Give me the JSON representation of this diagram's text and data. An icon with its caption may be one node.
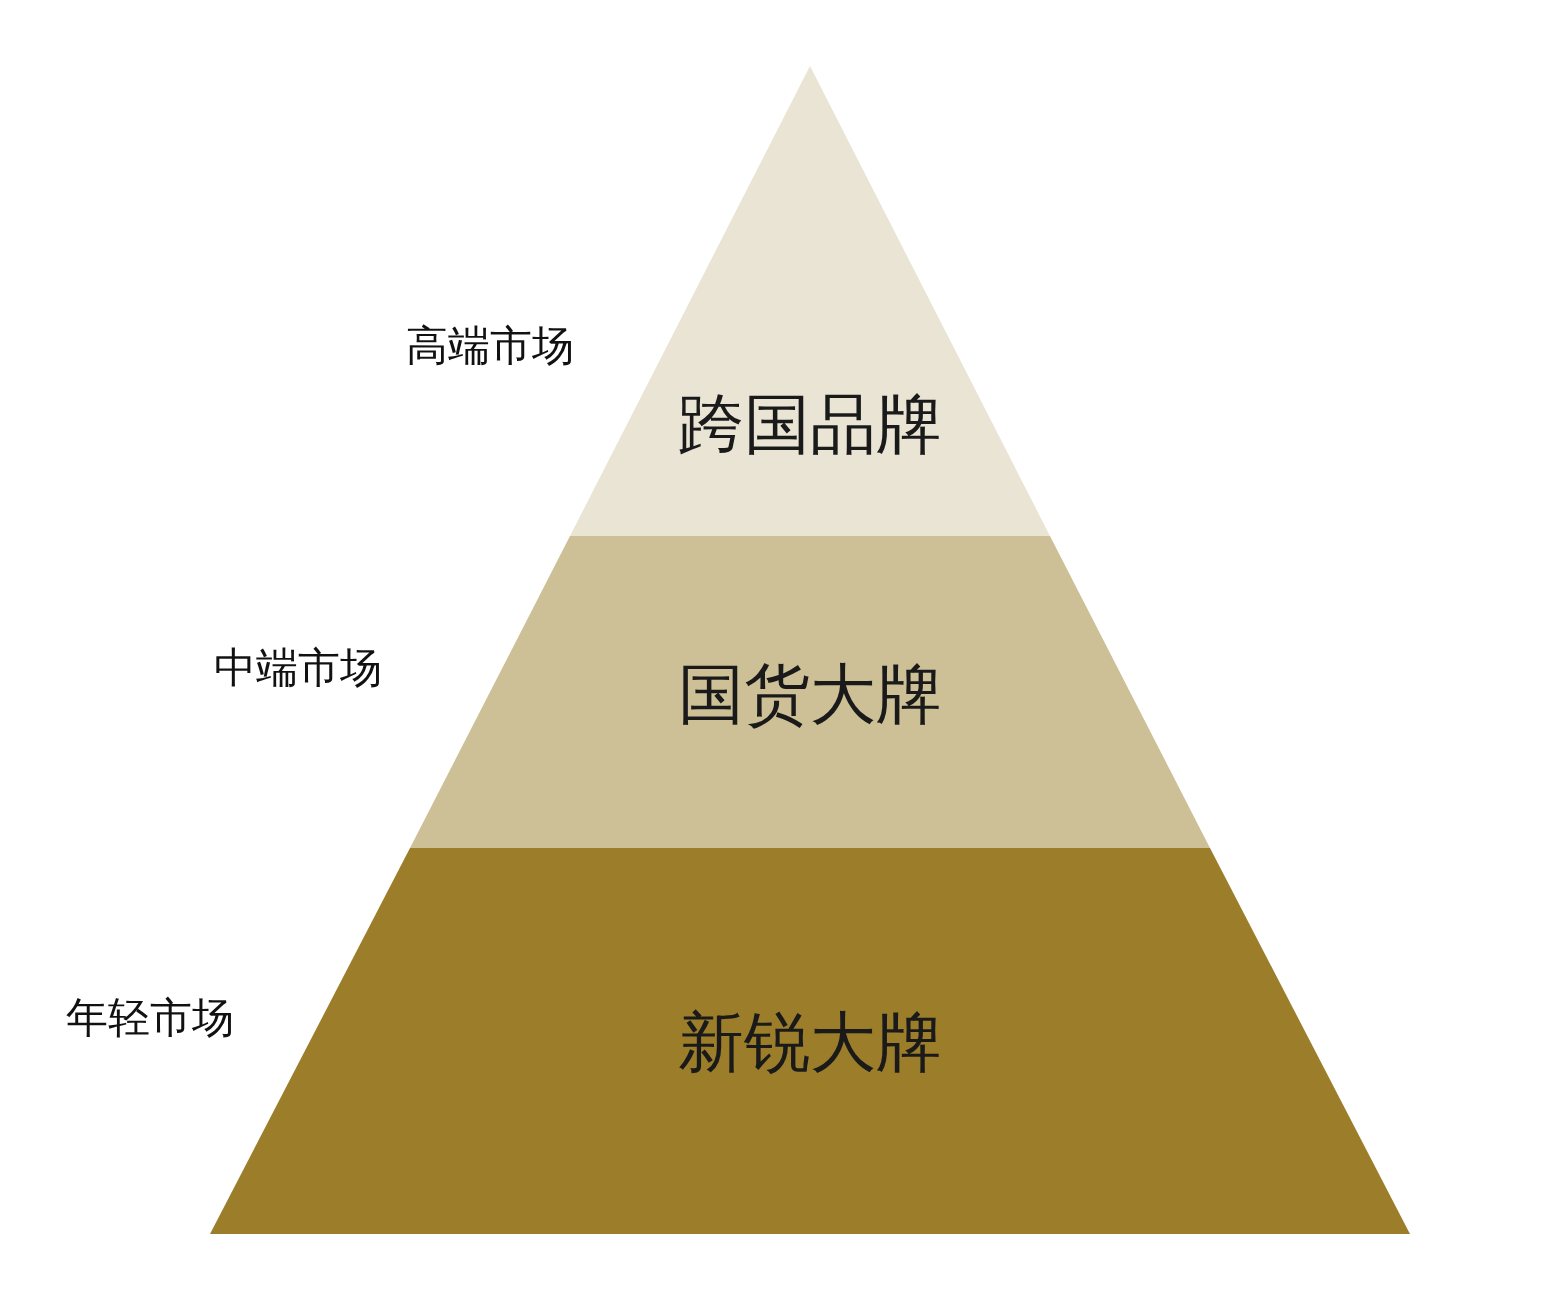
{
  "diagram": {
    "nodes": [
      {
        "text": [
          "跨国品牌"
        ],
        "beside": [
          "高端市场"
        ]
      },
      {
        "text": [
          "国货大牌"
        ],
        "beside": [
          "中端市场"
        ]
      },
      {
        "text": [
          "新锐大牌"
        ],
        "beside": [
          "年轻市场"
        ]
      }
    ]
  }
}
